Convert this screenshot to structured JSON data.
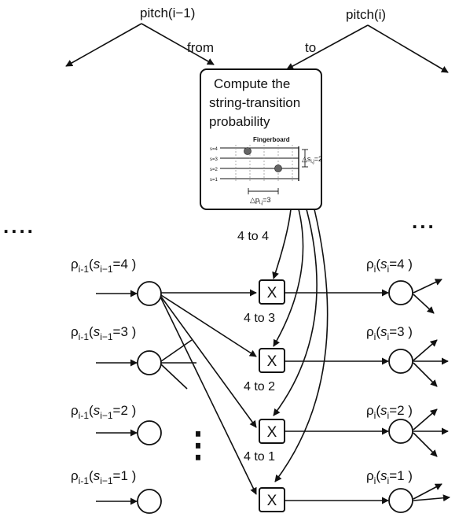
{
  "top": {
    "left_pitch": "pitch(i−1)",
    "right_pitch": "pitch(i)",
    "from_label": "from",
    "to_label": "to"
  },
  "compute_box": {
    "line1": "Compute the",
    "line2": "string-transition",
    "line3": "probability"
  },
  "fingerboard": {
    "title": "Fingerboard",
    "strings": [
      "s=4",
      "s=3",
      "s=2",
      "s=1"
    ],
    "delta_s": "△s",
    "delta_s_sub": "i,j",
    "delta_s_value": "=2",
    "delta_p": "△p",
    "delta_p_sub": "i,j",
    "delta_p_value": "=3"
  },
  "ellipsis": {
    "left": "....",
    "right": "...",
    "vertical": "⋮"
  },
  "left_nodes": [
    {
      "rho": "ρ",
      "sub": "i-1",
      "open": "(",
      "s": "s",
      "s_sub": "i−1",
      "value": "=4 )"
    },
    {
      "rho": "ρ",
      "sub": "i-1",
      "open": "(",
      "s": "s",
      "s_sub": "i−1",
      "value": "=3 )"
    },
    {
      "rho": "ρ",
      "sub": "i-1",
      "open": "(",
      "s": "s",
      "s_sub": "i−1",
      "value": "=2 )"
    },
    {
      "rho": "ρ",
      "sub": "i-1",
      "open": "(",
      "s": "s",
      "s_sub": "i−1",
      "value": "=1 )"
    }
  ],
  "right_nodes": [
    {
      "rho": "ρ",
      "sub": "i",
      "open": "(",
      "s": "s",
      "s_sub": "i",
      "value": "=4 )"
    },
    {
      "rho": "ρ",
      "sub": "i",
      "open": "(",
      "s": "s",
      "s_sub": "i",
      "value": "=3 )"
    },
    {
      "rho": "ρ",
      "sub": "i",
      "open": "(",
      "s": "s",
      "s_sub": "i",
      "value": "=2 )"
    },
    {
      "rho": "ρ",
      "sub": "i",
      "open": "(",
      "s": "s",
      "s_sub": "i",
      "value": "=1 )"
    }
  ],
  "multiply_boxes": [
    {
      "symbol": "X"
    },
    {
      "symbol": "X"
    },
    {
      "symbol": "X"
    },
    {
      "symbol": "X"
    }
  ],
  "transitions": [
    "4 to 4",
    "4 to 3",
    "4 to 2",
    "4 to 1"
  ]
}
